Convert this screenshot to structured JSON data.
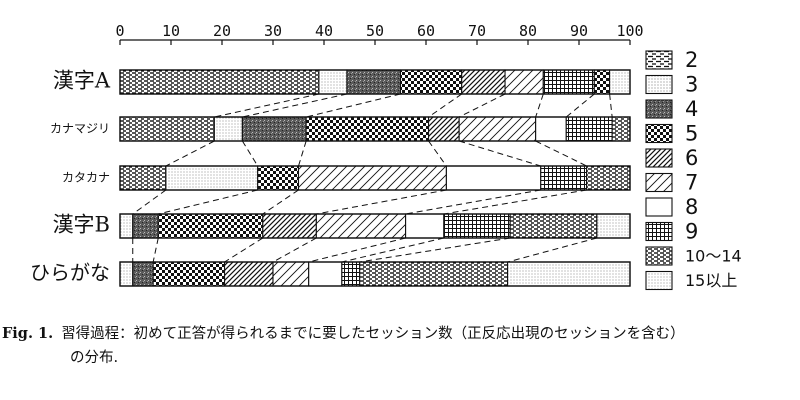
{
  "chart_data": {
    "type": "bar",
    "orientation": "horizontal",
    "stacked": true,
    "title": "",
    "xlabel": "",
    "ylabel": "",
    "xlim": [
      0,
      100
    ],
    "xticks": [
      0,
      10,
      20,
      30,
      40,
      50,
      60,
      70,
      80,
      90,
      100
    ],
    "grid": false,
    "legend_position": "right",
    "categories": [
      "漢字A",
      "カナマジリ",
      "カタカナ",
      "漢字B",
      "ひらがな"
    ],
    "legend": [
      "2",
      "3",
      "4",
      "5",
      "6",
      "7",
      "8",
      "9",
      "10〜14",
      "15以上"
    ],
    "segments": [
      [
        0,
        39,
        0
      ],
      [
        39,
        44.5,
        1
      ],
      [
        44.5,
        55,
        2
      ],
      [
        55,
        67,
        3
      ],
      [
        67,
        75.5,
        4
      ],
      [
        75.5,
        85.5,
        5
      ],
      [
        85.5,
        98,
        7
      ],
      [
        98,
        100,
        9
      ]
    ],
    "rows": [
      {
        "label": "漢字A",
        "segments": [
          {
            "from": 0,
            "to": 39,
            "bin": "10〜14"
          },
          {
            "from": 39,
            "to": 44.5,
            "bin": "15以上"
          },
          {
            "from": 44.5,
            "to": 55,
            "bin": "4"
          },
          {
            "from": 55,
            "to": 67,
            "bin": "5"
          },
          {
            "from": 67,
            "to": 75.5,
            "bin": "6"
          },
          {
            "from": 75.5,
            "to": 83,
            "bin": "7"
          },
          {
            "from": 83,
            "to": 93,
            "bin": "9"
          },
          {
            "from": 93,
            "to": 96,
            "bin": "5"
          },
          {
            "from": 96,
            "to": 100,
            "bin": "15以上"
          }
        ]
      },
      {
        "label": "カナマジリ",
        "segments": [
          {
            "from": 0,
            "to": 18.5,
            "bin": "10〜14"
          },
          {
            "from": 18.5,
            "to": 24,
            "bin": "15以上"
          },
          {
            "from": 24,
            "to": 36.5,
            "bin": "4"
          },
          {
            "from": 36.5,
            "to": 60.5,
            "bin": "5"
          },
          {
            "from": 60.5,
            "to": 66.5,
            "bin": "6"
          },
          {
            "from": 66.5,
            "to": 81.5,
            "bin": "7"
          },
          {
            "from": 81.5,
            "to": 87.5,
            "bin": "8"
          },
          {
            "from": 87.5,
            "to": 96.5,
            "bin": "9"
          },
          {
            "from": 96.5,
            "to": 100,
            "bin": "10〜14"
          }
        ]
      },
      {
        "label": "カタカナ",
        "segments": [
          {
            "from": 0,
            "to": 9,
            "bin": "10〜14"
          },
          {
            "from": 9,
            "to": 27,
            "bin": "15以上"
          },
          {
            "from": 27,
            "to": 35,
            "bin": "5"
          },
          {
            "from": 35,
            "to": 64,
            "bin": "7"
          },
          {
            "from": 64,
            "to": 82.5,
            "bin": "8"
          },
          {
            "from": 82.5,
            "to": 91.5,
            "bin": "9"
          },
          {
            "from": 91.5,
            "to": 100,
            "bin": "10〜14"
          }
        ]
      },
      {
        "label": "漢字B",
        "segments": [
          {
            "from": 0,
            "to": 2.5,
            "bin": "15以上"
          },
          {
            "from": 2.5,
            "to": 7.5,
            "bin": "4"
          },
          {
            "from": 7.5,
            "to": 28,
            "bin": "5"
          },
          {
            "from": 28,
            "to": 38.5,
            "bin": "6"
          },
          {
            "from": 38.5,
            "to": 56,
            "bin": "7"
          },
          {
            "from": 56,
            "to": 63.5,
            "bin": "8"
          },
          {
            "from": 63.5,
            "to": 76.5,
            "bin": "9"
          },
          {
            "from": 76.5,
            "to": 93.5,
            "bin": "10〜14"
          },
          {
            "from": 93.5,
            "to": 100,
            "bin": "15以上"
          }
        ]
      },
      {
        "label": "ひらがな",
        "segments": [
          {
            "from": 0,
            "to": 2.5,
            "bin": "15以上"
          },
          {
            "from": 2.5,
            "to": 6.5,
            "bin": "4"
          },
          {
            "from": 6.5,
            "to": 20.5,
            "bin": "5"
          },
          {
            "from": 20.5,
            "to": 30,
            "bin": "6"
          },
          {
            "from": 30,
            "to": 37,
            "bin": "7"
          },
          {
            "from": 37,
            "to": 43.5,
            "bin": "8"
          },
          {
            "from": 43.5,
            "to": 47,
            "bin": "9"
          },
          {
            "from": 47,
            "to": 76,
            "bin": "10〜14"
          },
          {
            "from": 76,
            "to": 100,
            "bin": "15以上"
          }
        ]
      }
    ]
  },
  "caption": {
    "fig_label": "Fig. 1.",
    "line1": "習得過程：初めて正答が得られるまでに要したセッション数（正反応出現のセッションを含む）",
    "line2": "の分布."
  }
}
